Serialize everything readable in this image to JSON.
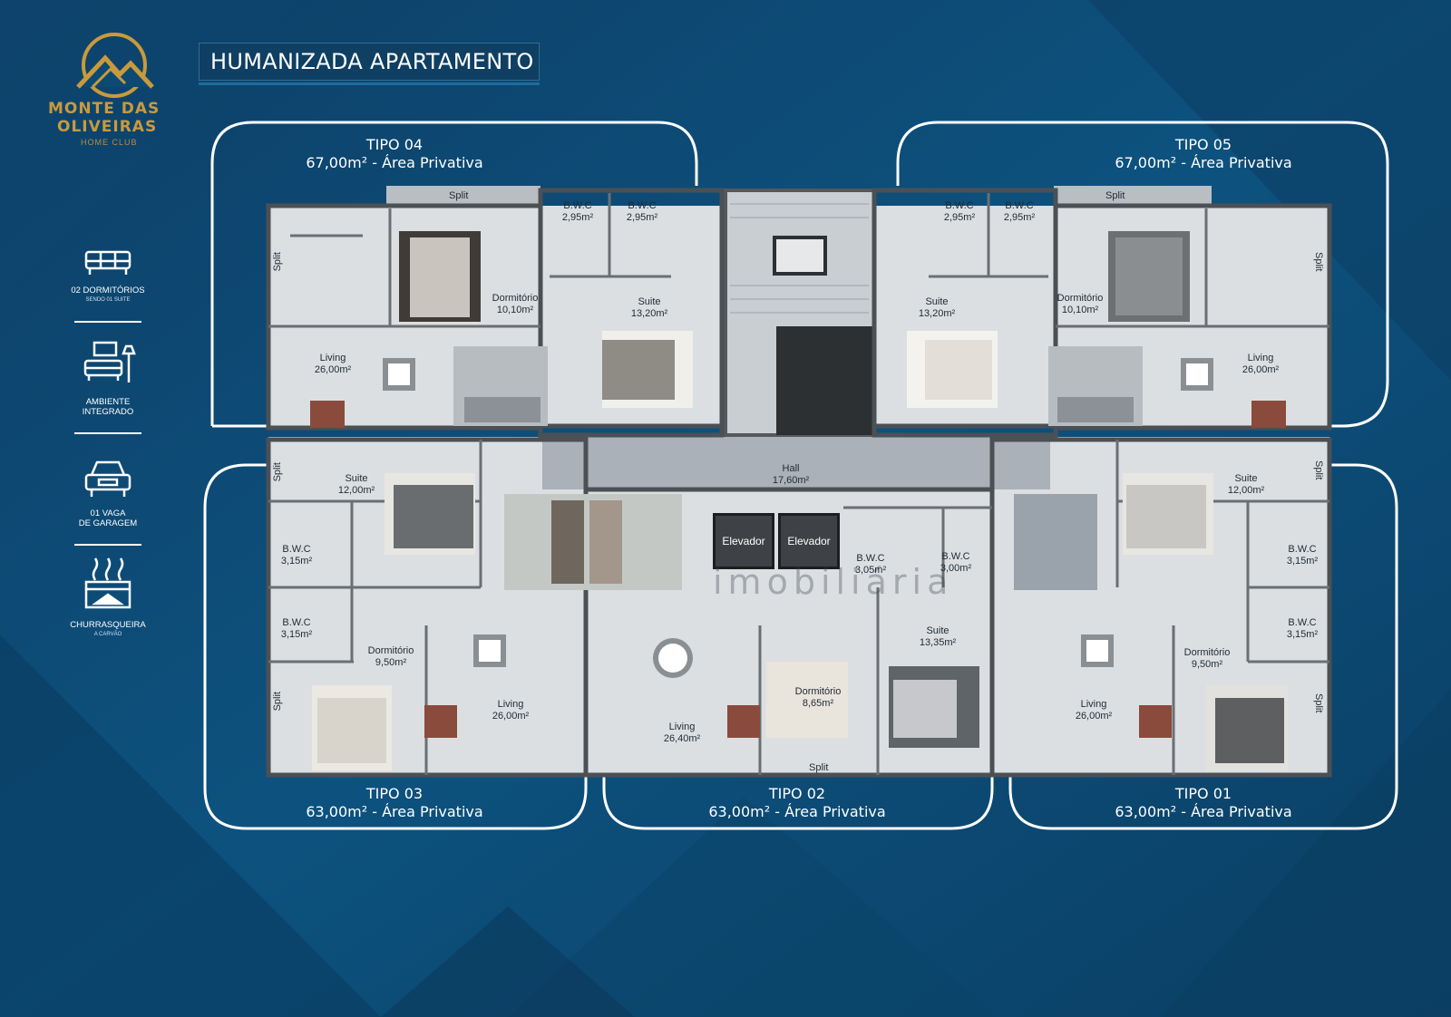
{
  "brand": {
    "line1": "MONTE DAS",
    "line2": "OLIVEIRAS",
    "line3": "HOME CLUB"
  },
  "title": "HUMANIZADA APARTAMENTO",
  "features": [
    {
      "label": "02 DORMITÓRIOS",
      "sub": "SENDO 01 SUITE",
      "icon": "sofa-icon"
    },
    {
      "label": "AMBIENTE",
      "label2": "INTEGRADO",
      "icon": "living-room-icon"
    },
    {
      "label": "01 VAGA",
      "label2": "DE GARAGEM",
      "icon": "car-icon"
    },
    {
      "label": "CHURRASQUEIRA",
      "sub": "A CARVÃO",
      "icon": "barbecue-icon"
    }
  ],
  "types": {
    "tipo04": {
      "name": "TIPO 04",
      "area": "67,00m² - Área Privativa"
    },
    "tipo05": {
      "name": "TIPO 05",
      "area": "67,00m² - Área Privativa"
    },
    "tipo03": {
      "name": "TIPO 03",
      "area": "63,00m² - Área Privativa"
    },
    "tipo02": {
      "name": "TIPO 02",
      "area": "63,00m² - Área Privativa"
    },
    "tipo01": {
      "name": "TIPO 01",
      "area": "63,00m² - Área Privativa"
    }
  },
  "rooms": {
    "t4_bwc1": {
      "name": "B.W.C",
      "area": "2,95m²"
    },
    "t4_bwc2": {
      "name": "B.W.C",
      "area": "2,95m²"
    },
    "t4_dorm": {
      "name": "Dormitório",
      "area": "10,10m²"
    },
    "t4_suite": {
      "name": "Suite",
      "area": "13,20m²"
    },
    "t4_living": {
      "name": "Living",
      "area": "26,00m²"
    },
    "t5_bwc1": {
      "name": "B.W.C",
      "area": "2,95m²"
    },
    "t5_bwc2": {
      "name": "B.W.C",
      "area": "2,95m²"
    },
    "t5_dorm": {
      "name": "Dormitório",
      "area": "10,10m²"
    },
    "t5_suite": {
      "name": "Suite",
      "area": "13,20m²"
    },
    "t5_living": {
      "name": "Living",
      "area": "26,00m²"
    },
    "hall": {
      "name": "Hall",
      "area": "17,60m²"
    },
    "t3_suite": {
      "name": "Suite",
      "area": "12,00m²"
    },
    "t3_bwc1": {
      "name": "B.W.C",
      "area": "3,15m²"
    },
    "t3_bwc2": {
      "name": "B.W.C",
      "area": "3,15m²"
    },
    "t3_dorm": {
      "name": "Dormitório",
      "area": "9,50m²"
    },
    "t3_living": {
      "name": "Living",
      "area": "26,00m²"
    },
    "t2_bwc1": {
      "name": "B.W.C",
      "area": "3,05m²"
    },
    "t2_bwc2": {
      "name": "B.W.C",
      "area": "3,00m²"
    },
    "t2_suite": {
      "name": "Suite",
      "area": "13,35m²"
    },
    "t2_dorm": {
      "name": "Dormitório",
      "area": "8,65m²"
    },
    "t2_living": {
      "name": "Living",
      "area": "26,40m²"
    },
    "t1_suite": {
      "name": "Suite",
      "area": "12,00m²"
    },
    "t1_bwc1": {
      "name": "B.W.C",
      "area": "3,15m²"
    },
    "t1_bwc2": {
      "name": "B.W.C",
      "area": "3,15m²"
    },
    "t1_dorm": {
      "name": "Dormitório",
      "area": "9,50m²"
    },
    "t1_living": {
      "name": "Living",
      "area": "26,00m²"
    }
  },
  "split_label": "Split",
  "elevator_label": "Elevador",
  "watermark": "imobiliária",
  "colors": {
    "background": "#0c4a74",
    "gold": "#c99a3c",
    "outline": "#ffffff",
    "floor": "#d9dcdf"
  }
}
